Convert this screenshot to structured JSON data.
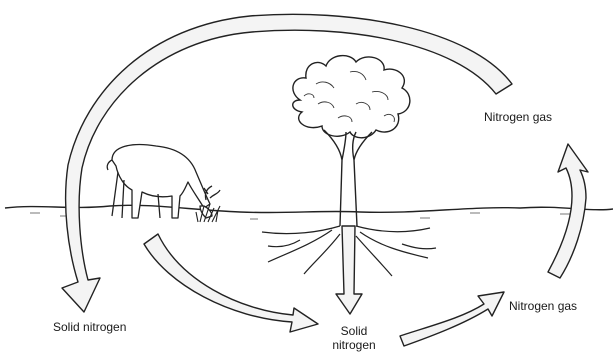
{
  "labels": {
    "nitrogen_gas_top": "Nitrogen gas",
    "nitrogen_gas_bottom": "Nitrogen gas",
    "solid_nitrogen_left": "Solid nitrogen",
    "solid_nitrogen_center_line1": "Solid",
    "solid_nitrogen_center_line2": "nitrogen"
  },
  "elements": [
    "deer",
    "grass",
    "tree",
    "tree-roots",
    "ground-line",
    "cycle-arrows"
  ],
  "colors": {
    "line": "#222222",
    "arrow_fill": "#f4f4f4",
    "background": "#ffffff"
  }
}
